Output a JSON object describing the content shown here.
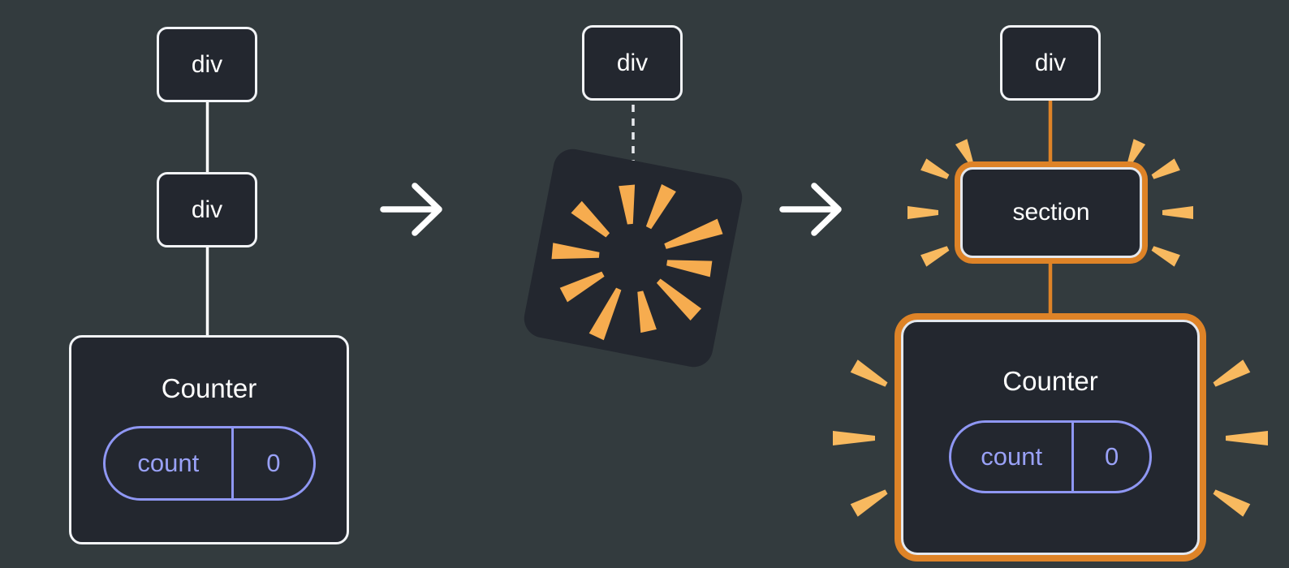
{
  "diagram": {
    "left": {
      "root": "div",
      "child": "div",
      "component": {
        "title": "Counter",
        "state": {
          "name": "count",
          "value": "0"
        }
      }
    },
    "middle": {
      "root": "div"
    },
    "right": {
      "root": "div",
      "replacement": "section",
      "component": {
        "title": "Counter",
        "state": {
          "name": "count",
          "value": "0"
        }
      }
    },
    "icons": {
      "arrow": "right-arrow-icon",
      "poof": "poof-burst-icon",
      "sparks": "emphasis-sparks-icon"
    },
    "colors": {
      "background": "#333B3E",
      "node_fill": "#23272F",
      "node_border": "#F2F4F7",
      "connector_white": "#FFFFFF",
      "highlight_orange": "#DE8327",
      "spark_orange": "#F8B95F",
      "poof_spark_orange": "#F6AC4F",
      "state_purple": "#8F97F3",
      "text": "#FFFFFF"
    }
  }
}
